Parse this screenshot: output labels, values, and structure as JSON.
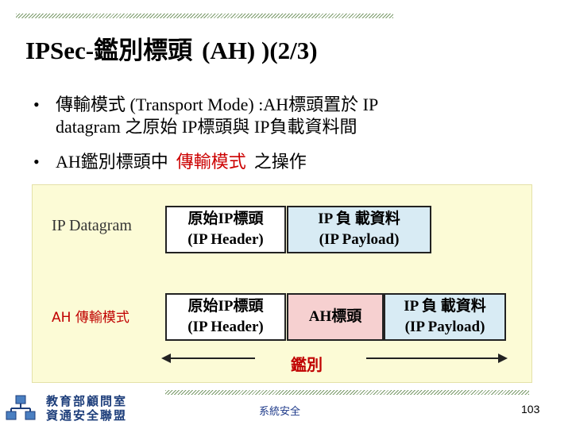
{
  "title": {
    "line1": "IPSec-鑑別標頭",
    "line2": "(AH) )(2/3)"
  },
  "bullets": [
    {
      "marker": "•",
      "line1": "傳輸模式 (Transport Mode) :AH標頭置於 IP",
      "line2": "datagram 之原始 IP標頭與 IP負載資料間"
    },
    {
      "marker": "•",
      "pre": "AH鑑別標頭中",
      "emph": "傳輸模式",
      "post": "之操作"
    }
  ],
  "figure": {
    "row1_label": "IP Datagram",
    "row2_label": "AH 傳輸模式",
    "ip_header": {
      "zh": "原始IP標頭",
      "en": "(IP Header)"
    },
    "ip_payload": {
      "zh": "IP 負 載資料",
      "en": "(IP Payload)"
    },
    "ah_header": "AH標頭",
    "auth_label": "鑑別",
    "colors": {
      "payload": "#d8ebf4",
      "ah_box": "#f6d0d0",
      "background": "#fcfbd6",
      "accent_red": "#cc0000"
    }
  },
  "footer": {
    "logo_line1": "教育部顧問室",
    "logo_line2": "資通安全聯盟",
    "center": "系統安全",
    "page_number": "103"
  }
}
